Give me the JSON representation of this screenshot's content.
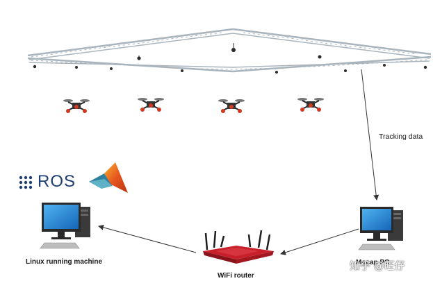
{
  "labels": {
    "tracking": "Tracking data",
    "linux": "Linux running machine",
    "router": "WiFi router",
    "mocap": "Mocap PC"
  },
  "logo": {
    "ros": "ROS"
  },
  "watermark": {
    "text": "知乎 @旺仔"
  },
  "colors": {
    "truss": "#b8c4cc",
    "router": "#c8202a",
    "monitor_screen": "#1f7fd0",
    "ros_blue": "#1d3e6e",
    "drone_red": "#d23a22"
  },
  "icons": {
    "ros_logo": "ros-nine-dots",
    "matlab_logo": "matlab-membrane"
  }
}
